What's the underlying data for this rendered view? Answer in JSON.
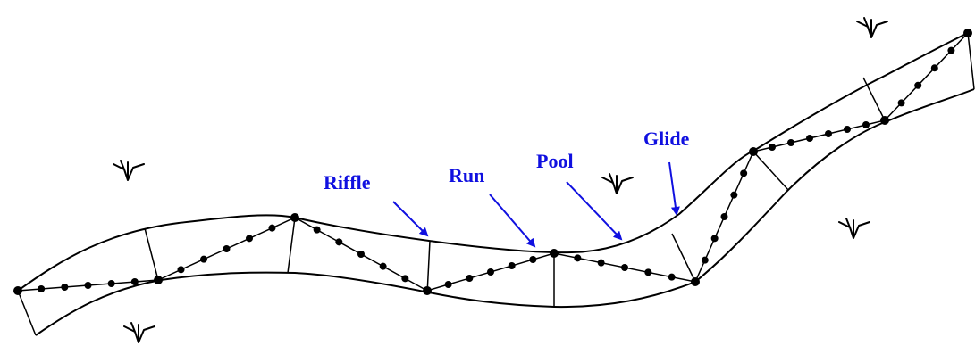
{
  "labels": {
    "riffle": "Riffle",
    "run": "Run",
    "pool": "Pool",
    "glide": "Glide"
  },
  "colors": {
    "label": "#1010e0",
    "arrow": "#1010e0",
    "line": "#000000",
    "background": "#ffffff"
  },
  "icons": [
    "shrub-icon",
    "shrub-icon",
    "shrub-icon",
    "shrub-icon",
    "shrub-icon",
    "shrub-icon"
  ]
}
